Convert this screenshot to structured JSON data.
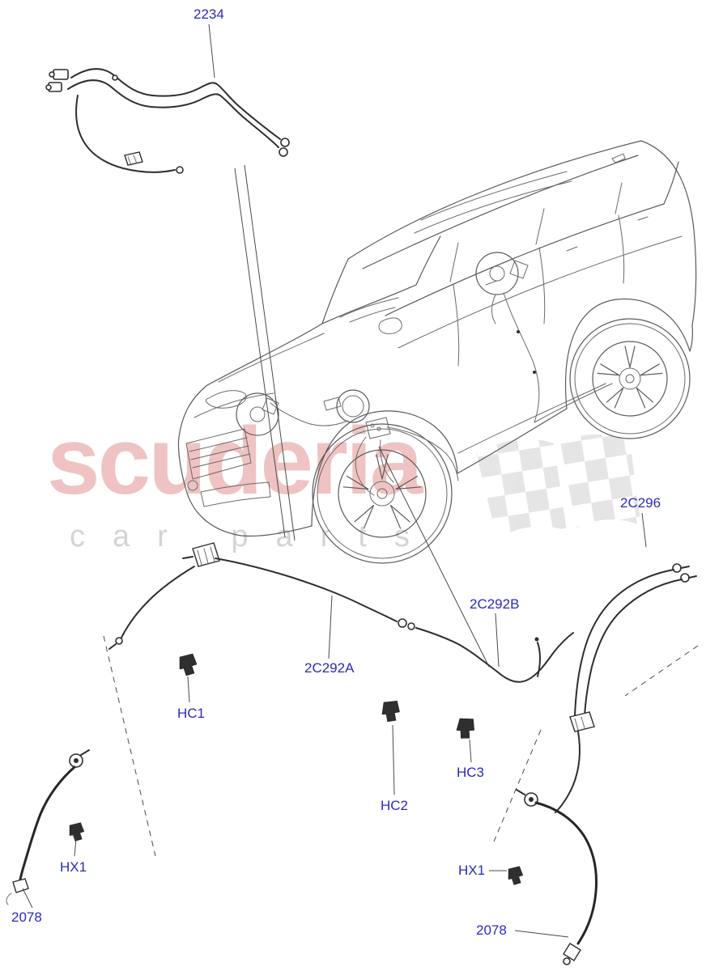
{
  "watermark": {
    "brand": "scuderia",
    "tagline": "car parts"
  },
  "parts": {
    "pipe_assembly_top": "2234",
    "pipe_right": "2C296",
    "pipe_mid_rear": "2C292B",
    "pipe_mid_front": "2C292A",
    "clip1": "HC1",
    "clip2": "HC2",
    "clip3": "HC3",
    "hose_clip_left": "HX1",
    "hose_clip_right": "HX1",
    "hose_front_left": "2078",
    "hose_front_right": "2078"
  },
  "colors": {
    "label_blue": "#2a2ac0",
    "watermark_red": "#d96a6a",
    "line_gray": "#5a5a5a"
  }
}
